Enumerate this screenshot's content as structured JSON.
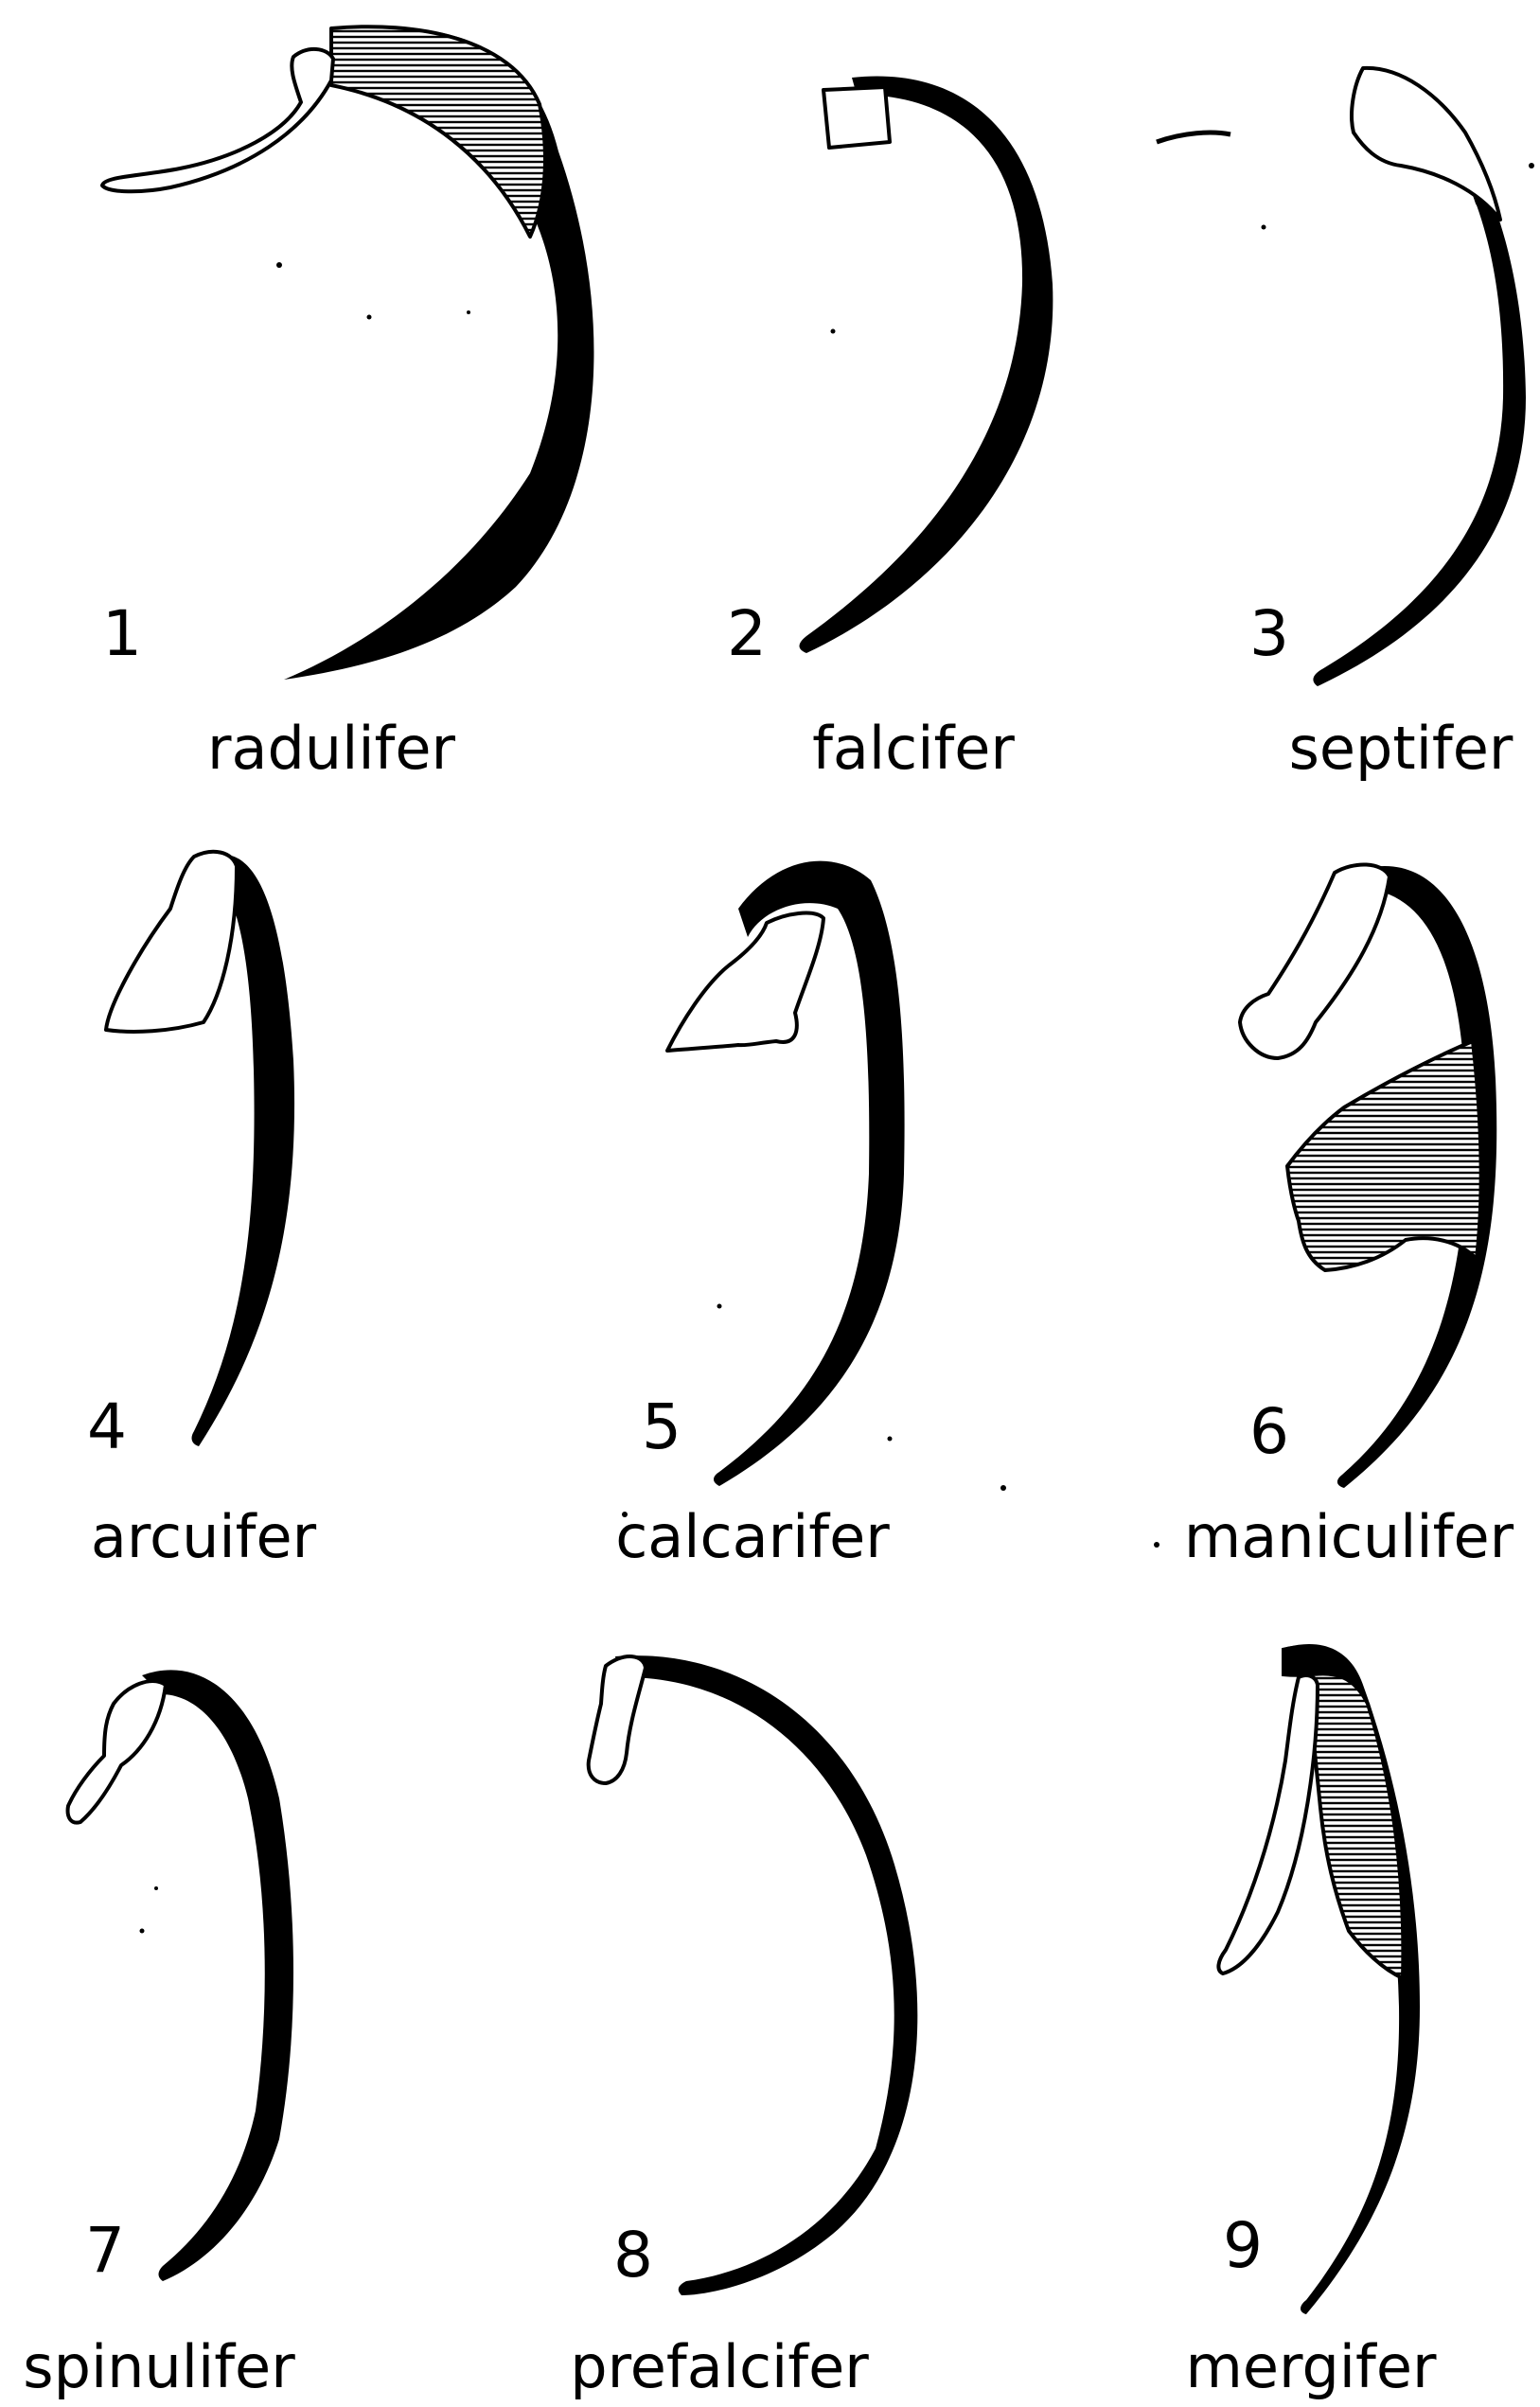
{
  "figures": [
    {
      "number": "1",
      "name": "radulifer"
    },
    {
      "number": "2",
      "name": "falcifer"
    },
    {
      "number": "3",
      "name": "septifer"
    },
    {
      "number": "4",
      "name": "arcuifer"
    },
    {
      "number": "5",
      "name": "calcarifer"
    },
    {
      "number": "6",
      "name": "maniculifer"
    },
    {
      "number": "7",
      "name": "spinulifer"
    },
    {
      "number": "8",
      "name": "prefalcifer"
    },
    {
      "number": "9",
      "name": "mergifer"
    }
  ]
}
